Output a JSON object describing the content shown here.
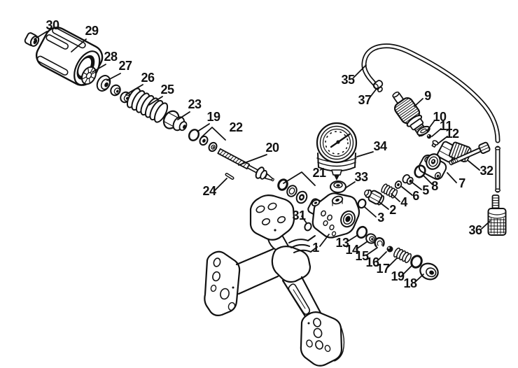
{
  "figure": {
    "kind": "exploded-parts-diagram",
    "background_color": "#ffffff",
    "line_color": "#111111"
  },
  "labels": {
    "l1": "1",
    "l2": "2",
    "l3": "3",
    "l4": "4",
    "l5": "5",
    "l6": "6",
    "l7": "7",
    "l8": "8",
    "l9": "9",
    "l10": "10",
    "l11": "11",
    "l12": "12",
    "l13": "13",
    "l14": "14",
    "l15": "15",
    "l16": "16",
    "l17": "17",
    "l18": "18",
    "l19a": "19",
    "l19b": "19",
    "l20": "20",
    "l21": "21",
    "l22": "22",
    "l23": "23",
    "l24": "24",
    "l25": "25",
    "l26": "26",
    "l27": "27",
    "l28": "28",
    "l29": "29",
    "l30": "30",
    "l31": "31",
    "l32": "32",
    "l33": "33",
    "l34": "34",
    "l35": "35",
    "l36": "36",
    "l37": "37"
  }
}
